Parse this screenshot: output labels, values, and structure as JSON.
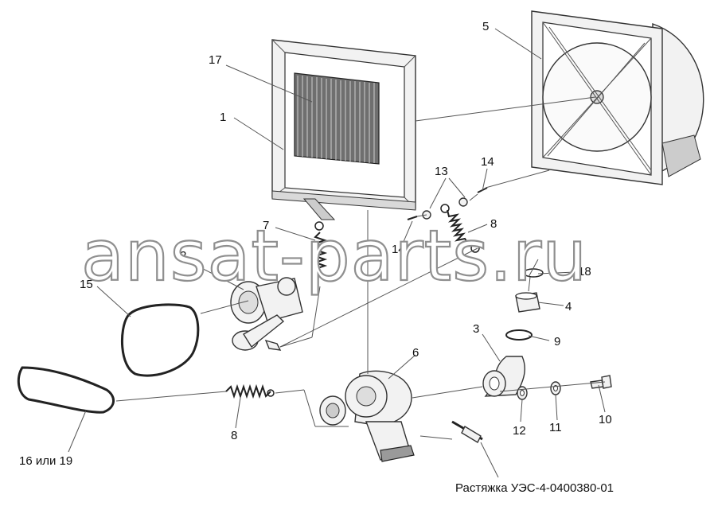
{
  "diagram": {
    "watermark": "ansat-parts.ru",
    "caption": "Растяжка УЭС-4-0400380-01",
    "colors": {
      "line": "#555555",
      "part_fill": "#f2f2f2",
      "dark_fill": "#9a9a9a",
      "watermark_stroke": "#8f8f8f"
    },
    "callouts": [
      {
        "label": "17"
      },
      {
        "label": "1"
      },
      {
        "label": "5"
      },
      {
        "label": "13"
      },
      {
        "label": "14"
      },
      {
        "label": "7"
      },
      {
        "label": "8"
      },
      {
        "label": "14"
      },
      {
        "label": "2"
      },
      {
        "label": "15"
      },
      {
        "label": "18"
      },
      {
        "label": "4"
      },
      {
        "label": "3"
      },
      {
        "label": "9"
      },
      {
        "label": "6"
      },
      {
        "label": "8"
      },
      {
        "label": "12"
      },
      {
        "label": "11"
      },
      {
        "label": "10"
      },
      {
        "label": "16 или 19"
      }
    ]
  }
}
